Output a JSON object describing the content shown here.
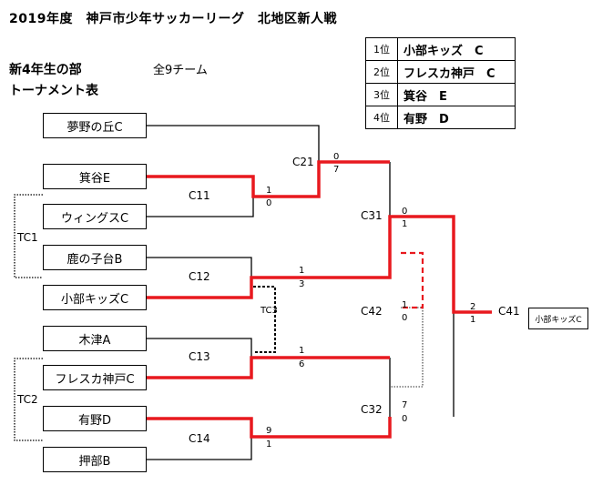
{
  "header": {
    "title": "2019年度　神戸市少年サッカーリーグ　北地区新人戦",
    "subtitle_line1": "新4年生の部",
    "subtitle_line2": "トーナメント表",
    "team_count": "全9チーム"
  },
  "ranking": [
    {
      "pos": "1位",
      "team": "小部キッズ　C"
    },
    {
      "pos": "2位",
      "team": "フレスカ神戸　C"
    },
    {
      "pos": "3位",
      "team": "箕谷　E"
    },
    {
      "pos": "4位",
      "team": "有野　D"
    }
  ],
  "teams": [
    "夢野の丘C",
    "箕谷E",
    "ウィングスC",
    "鹿の子台B",
    "小部キッズC",
    "木津A",
    "フレスカ神戸C",
    "有野D",
    "押部B"
  ],
  "match_labels": {
    "tc1": "TC1",
    "tc2": "TC2",
    "tc3": "TC3",
    "c11": "C11",
    "c12": "C12",
    "c13": "C13",
    "c14": "C14",
    "c21": "C21",
    "c31": "C31",
    "c32": "C32",
    "c41": "C41",
    "c42": "C42"
  },
  "scores": {
    "c11_top": "1",
    "c11_bot": "0",
    "c12_top": "1",
    "c12_bot": "3",
    "c13_top": "1",
    "c13_bot": "6",
    "c14_top": "9",
    "c14_bot": "1",
    "c21_top": "0",
    "c21_bot": "7",
    "c31_top": "0",
    "c31_bot": "1",
    "c32_top": "7",
    "c32_bot": "0",
    "c42_top": "1",
    "c42_bot": "0",
    "c41_top": "2",
    "c41_bot": "1"
  },
  "champion": "小部キッズC",
  "colors": {
    "winner_line": "#e8191f",
    "loser_line": "#000000",
    "third_place_line": "#e8191f"
  }
}
